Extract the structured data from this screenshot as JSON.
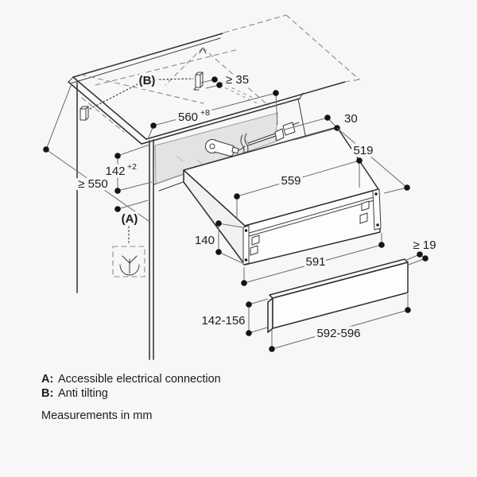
{
  "colors": {
    "background": "#f7f7f7",
    "line": "#2e2e2e",
    "dimension": "#6f6f6f",
    "dot": "#141414",
    "niche_panel": "#e3e3e3"
  },
  "dims": {
    "niche_width": {
      "main": "560",
      "sup": "+8"
    },
    "anti_tilt_clearance": "≥ 35",
    "bracket_offset": "30",
    "appliance_depth": "519",
    "appliance_width": "559",
    "niche_height": {
      "main": "142",
      "sup": "+2"
    },
    "counter_depth": "≥ 550",
    "appliance_height": "140",
    "frame_width": "591",
    "panel_thickness": "≥ 19",
    "panel_height": "142-156",
    "panel_width": "592-596"
  },
  "callouts": {
    "a": "(A)",
    "b": "(B)"
  },
  "legend": {
    "a_key": "A:",
    "a_text": "Accessible electrical connection",
    "b_key": "B:",
    "b_text": "Anti tilting",
    "note": "Measurements in mm"
  }
}
